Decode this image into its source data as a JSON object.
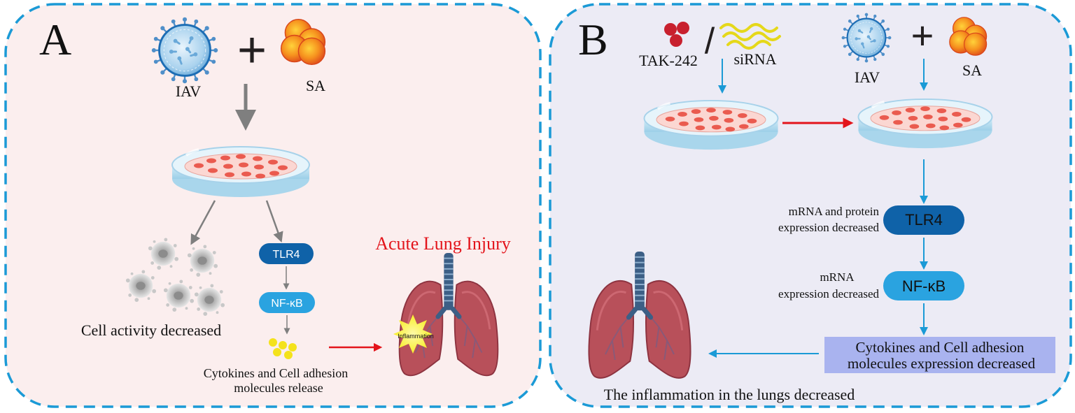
{
  "colors": {
    "panel_a_bg": "#fbeeee",
    "panel_b_bg": "#ecebf5",
    "dashed_border": "#1b9ad6",
    "gray_arrow": "#7f7f7f",
    "red_arrow": "#e3141b",
    "blue_arrow": "#1b9ad6",
    "tlr4_pill": "#0f62a8",
    "nfkb_pill": "#2aa3e0",
    "lung": "#b8505a",
    "airway": "#3c5f86",
    "cytokine": "#f4e21b",
    "inflammation_burst": "#f7ef2a",
    "highlight_box": "#a9b3ef",
    "title_red": "#e3141b"
  },
  "panel_a": {
    "label": "A",
    "iav_label": "IAV",
    "sa_label": "SA",
    "plus": "+",
    "cell_activity_label": "Cell activity decreased",
    "tlr4_label": "TLR4",
    "nfkb_label": "NF-κB",
    "cytokines_line1": "Cytokines  and Cell  adhesion",
    "cytokines_line2": "molecules release",
    "acute_lung_injury": "Acute Lung Injury",
    "inflammation_label": "Inflammation"
  },
  "panel_b": {
    "label": "B",
    "tak_label": "TAK-242",
    "slash": "/",
    "sirna_label": "siRNA",
    "iav_label": "IAV",
    "sa_label": "SA",
    "plus": "+",
    "tlr4_note_line1": "mRNA and protein",
    "tlr4_note_line2": "expression decreased",
    "tlr4_label": "TLR4",
    "nfkb_note_line1": "mRNA",
    "nfkb_note_line2": "expression decreased",
    "nfkb_label": "NF-κB",
    "cytokines_line1": "Cytokines and Cell  adhesion",
    "cytokines_line2": "molecules expression decreased",
    "conclusion": "The inflammation in the lungs decreased"
  },
  "icons": {
    "virus": "influenza-virus-icon",
    "bacteria": "staphylococcus-icon",
    "dish": "petri-dish-icon",
    "dead_cell": "dead-cell-icon",
    "lungs": "lungs-icon",
    "tak_molecule": "tak242-molecule-icon",
    "sirna": "sirna-icon"
  }
}
